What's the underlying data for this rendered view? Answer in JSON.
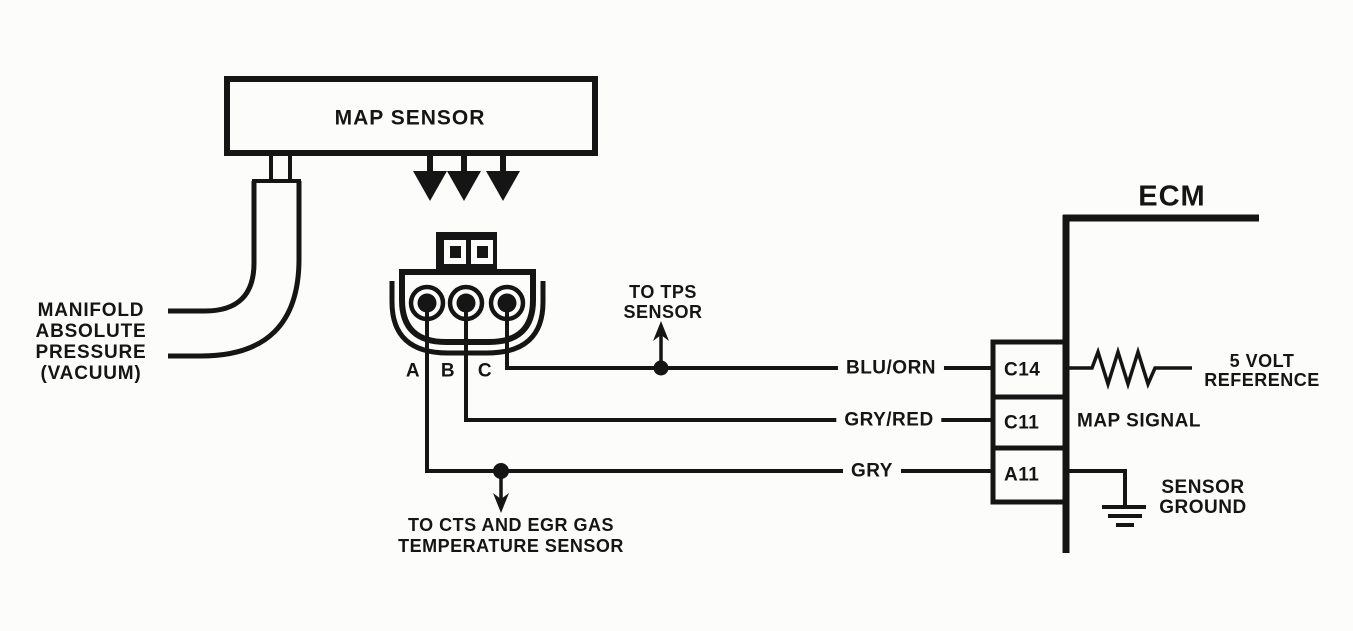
{
  "colors": {
    "ink": "#151515",
    "paper": "#fcfcfa"
  },
  "map_sensor": {
    "label": "MAP SENSOR"
  },
  "vacuum_source": {
    "line1": "MANIFOLD",
    "line2": "ABSOLUTE",
    "line3": "PRESSURE",
    "line4": "(VACUUM)"
  },
  "connector": {
    "pin_a": "A",
    "pin_b": "B",
    "pin_c": "C"
  },
  "tps_branch": {
    "line1": "TO TPS",
    "line2": "SENSOR"
  },
  "cts_branch": {
    "line1": "TO CTS AND EGR GAS",
    "line2": "TEMPERATURE SENSOR"
  },
  "wires": {
    "blu_orn": {
      "color": "BLU/ORN",
      "ecm_pin": "C14"
    },
    "gry_red": {
      "color": "GRY/RED",
      "ecm_pin": "C11"
    },
    "gry": {
      "color": "GRY",
      "ecm_pin": "A11"
    }
  },
  "ecm": {
    "title": "ECM",
    "five_volt": {
      "line1": "5 VOLT",
      "line2": "REFERENCE"
    },
    "map_signal": "MAP SIGNAL",
    "sensor_ground": {
      "line1": "SENSOR",
      "line2": "GROUND"
    }
  }
}
